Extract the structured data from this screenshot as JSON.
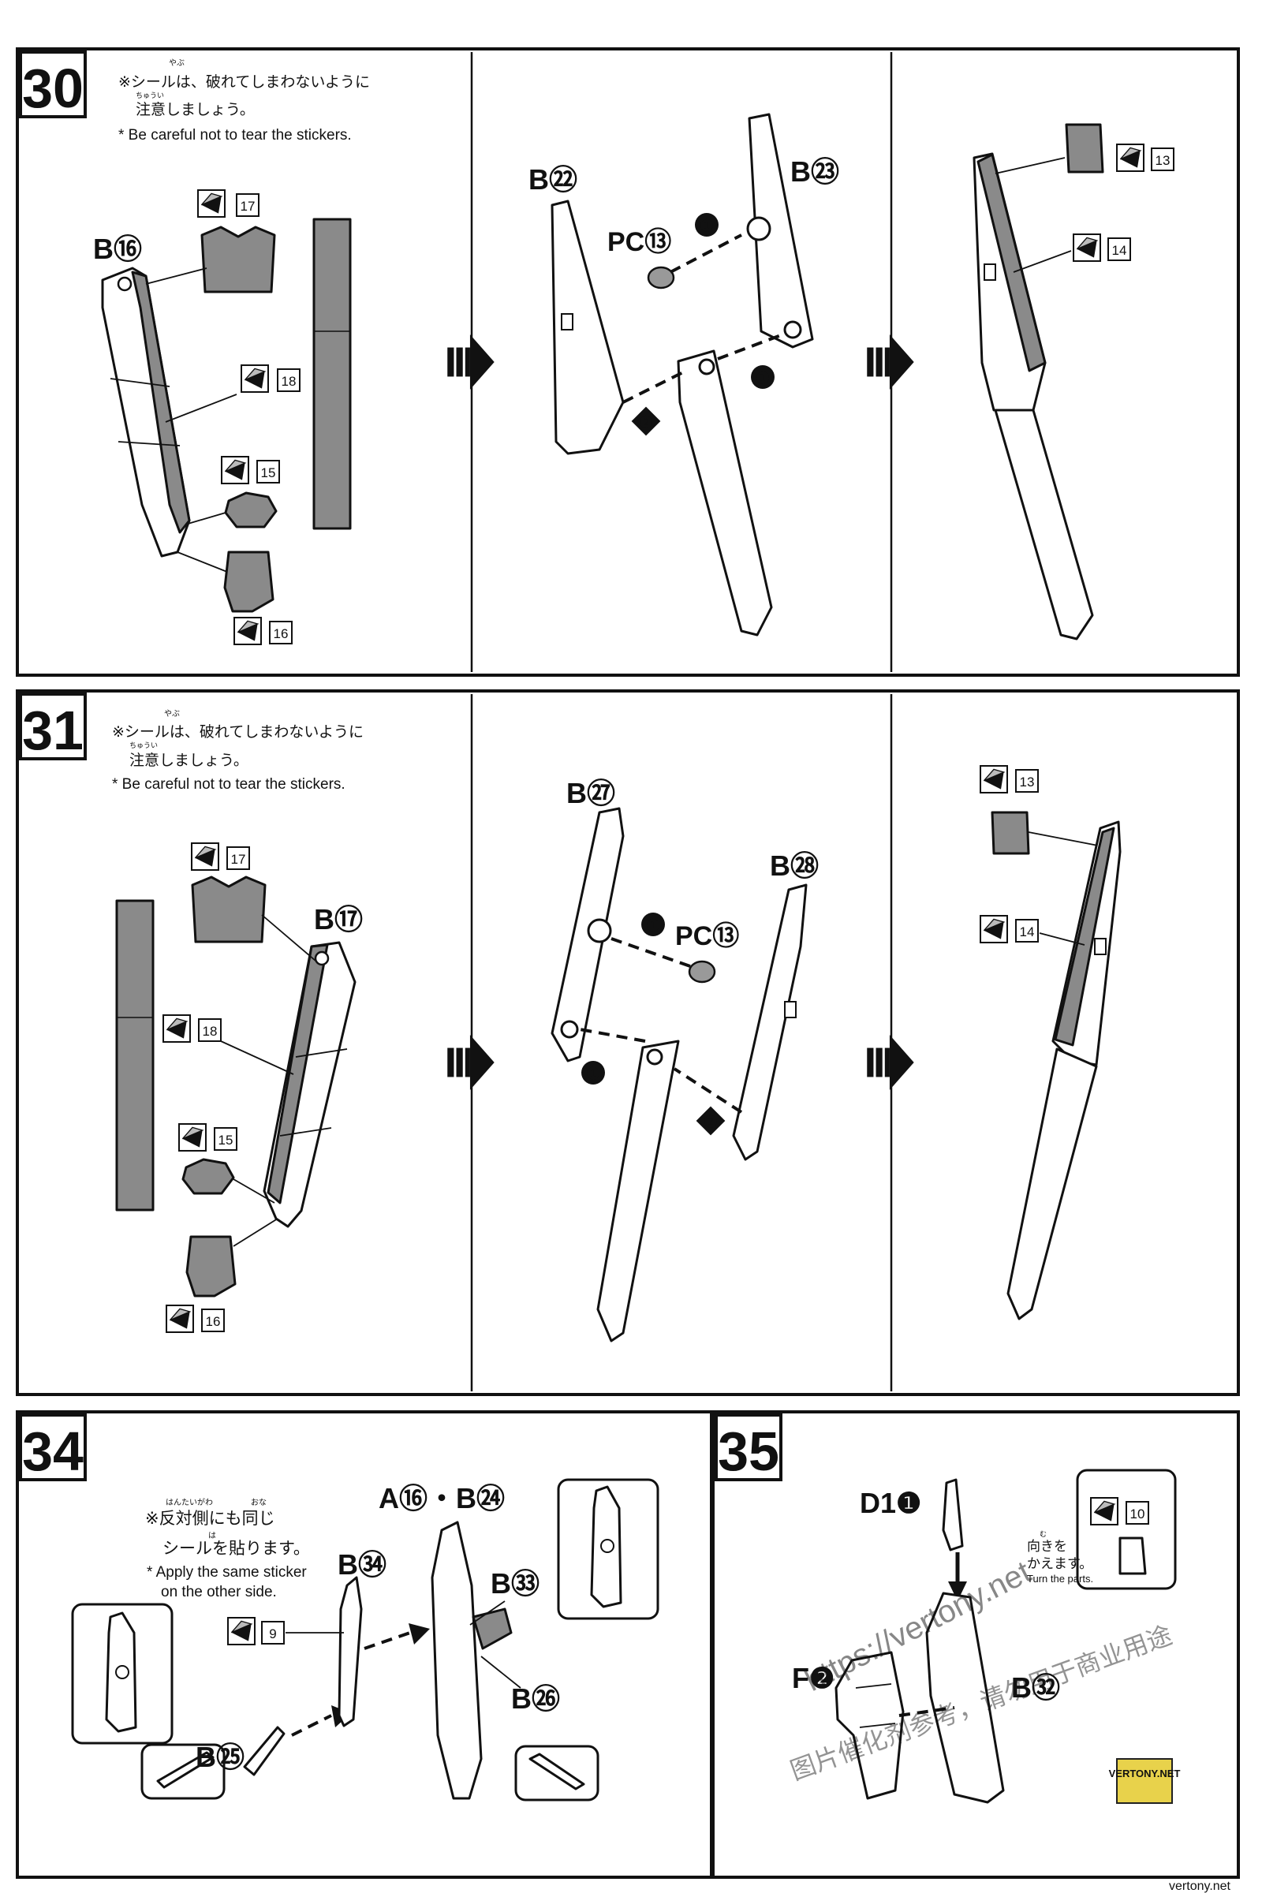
{
  "page": {
    "watermark_url": "https://vertony.net",
    "watermark_cn": "图片催化剂参考，请勿用于商业用途",
    "badge": "VERTONY.NET",
    "footer": "vertony.net"
  },
  "steps": [
    {
      "number": "30",
      "note_jp_line1": "※シールは、破れてしまわないように",
      "note_jp_line2": "注意しましょう。",
      "ruby_yabu": "やぶ",
      "ruby_chuui": "ちゅうい",
      "note_en": "* Be careful not to tear the stickers.",
      "panel1_part": "B⑯",
      "panel1_stickers": [
        "17",
        "18",
        "15",
        "16"
      ],
      "panel2_parts": [
        "B㉒",
        "B㉓"
      ],
      "panel2_pc": "PC⑬",
      "panel3_stickers": [
        "13",
        "14"
      ]
    },
    {
      "number": "31",
      "note_jp_line1": "※シールは、破れてしまわないように",
      "note_jp_line2": "注意しましょう。",
      "ruby_yabu": "やぶ",
      "ruby_chuui": "ちゅうい",
      "note_en": "* Be careful not to tear the stickers.",
      "panel1_part": "B⑰",
      "panel1_stickers": [
        "17",
        "18",
        "15",
        "16"
      ],
      "panel2_parts": [
        "B㉗",
        "B㉘"
      ],
      "panel2_pc": "PC⑬",
      "panel3_stickers": [
        "13",
        "14"
      ]
    },
    {
      "number": "34",
      "note_jp_line1": "※反対側にも同じ",
      "note_jp_line2": "シールを貼ります。",
      "ruby_hantaigawa": "はんたいがわ",
      "ruby_onaji": "おな",
      "ruby_ha": "は",
      "note_en_line1": "* Apply the same sticker",
      "note_en_line2": "on the other side.",
      "parts": [
        "A⑯・B㉔",
        "B㉞",
        "B㉝",
        "B㉖",
        "B㉕"
      ],
      "sticker": "9"
    },
    {
      "number": "35",
      "parts": [
        "D1❶",
        "F❷",
        "B㉜"
      ],
      "sticker": "10",
      "turn_jp": "向きを",
      "turn_jp2": "かえます。",
      "ruby_muki": "む",
      "turn_en": "Turn the parts."
    }
  ],
  "step_markers": [
    "❶",
    "❷"
  ]
}
